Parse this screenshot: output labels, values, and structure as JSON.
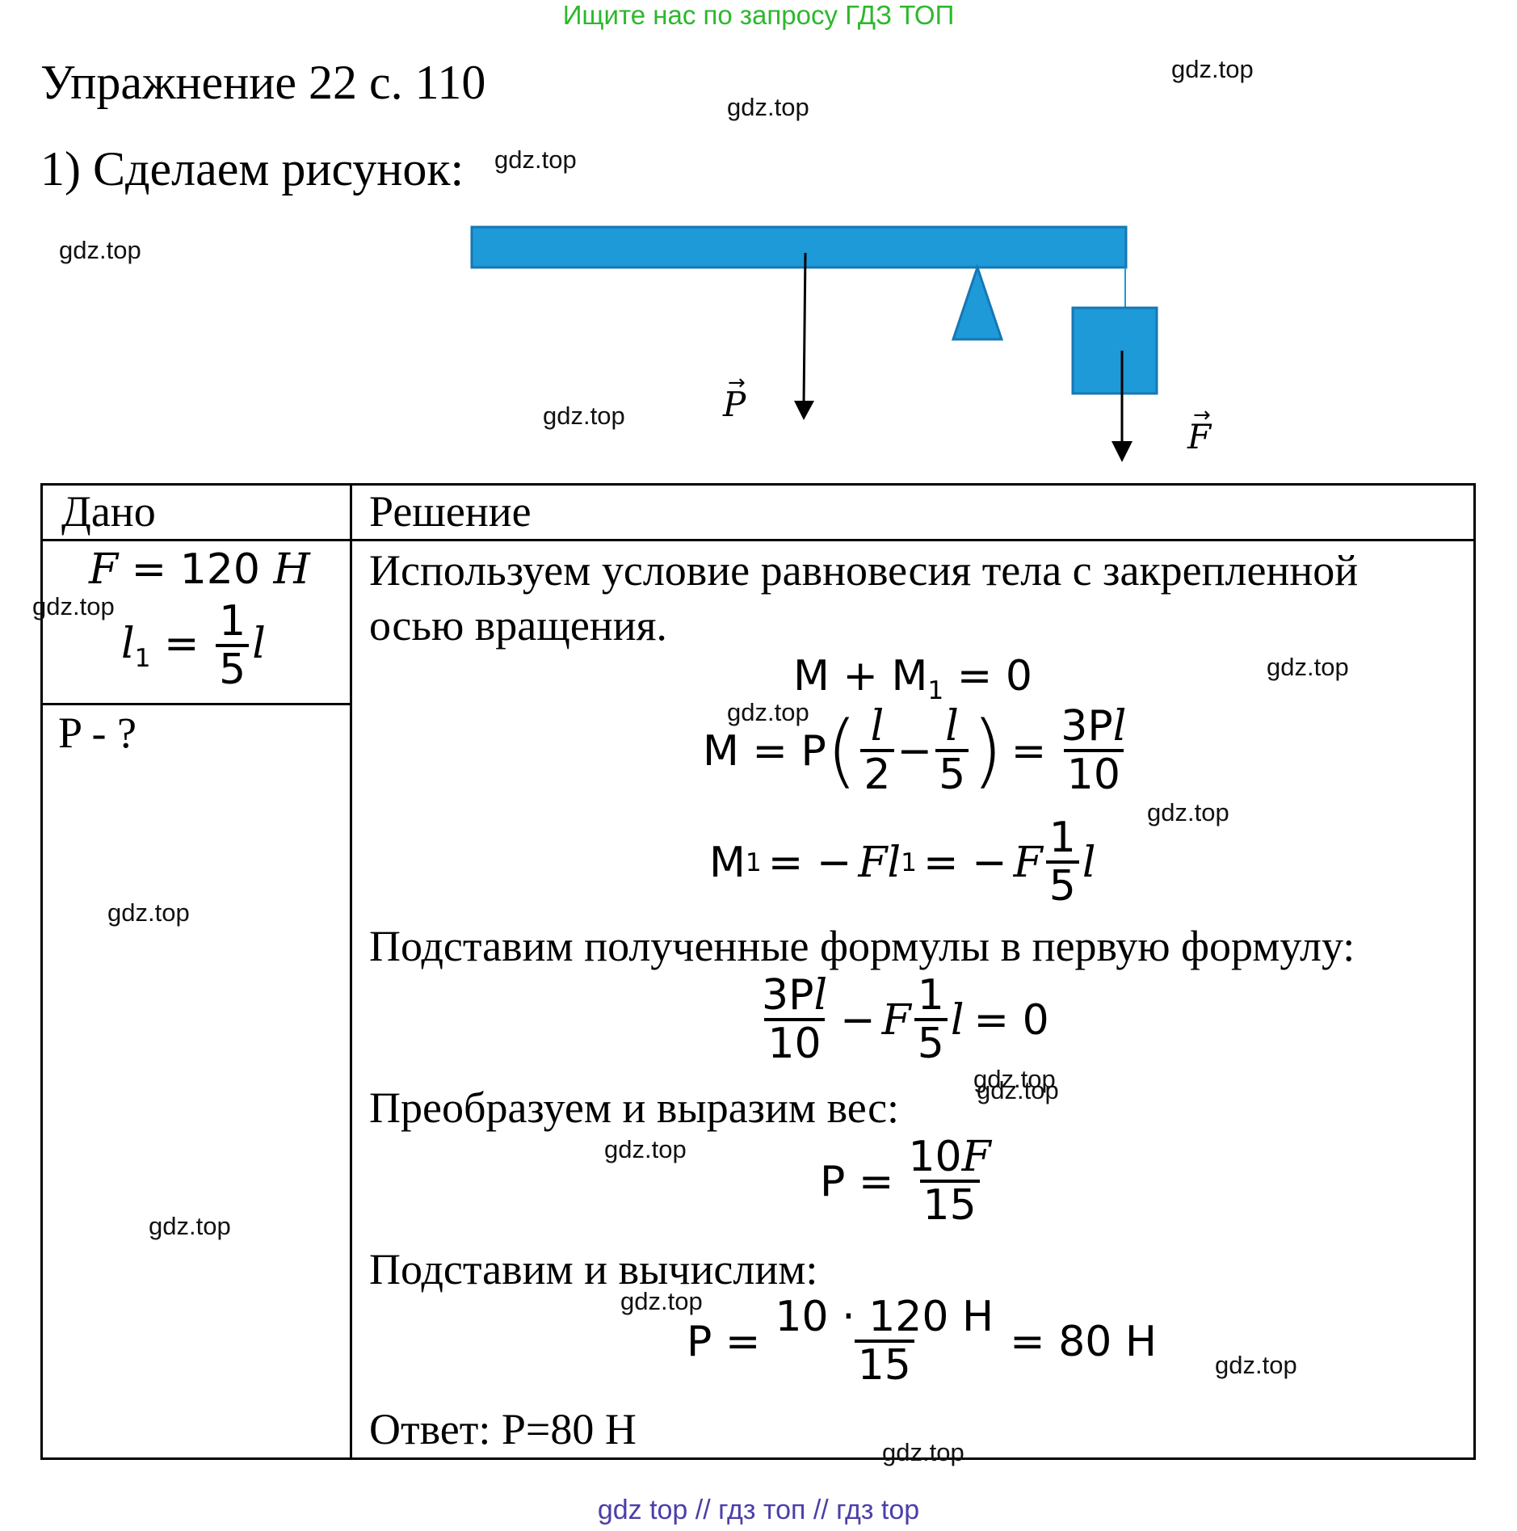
{
  "header": {
    "top_link": "Ищите нас по запросу ГДЗ ТОП",
    "title": "Упражнение 22 с. 110",
    "step1": "1) Сделаем рисунок:"
  },
  "figure": {
    "beam_color": "#1e9ad8",
    "beam_border": "#1677b5",
    "label_p": "P",
    "label_f": "F"
  },
  "table": {
    "given_header": "Дано",
    "solution_header": "Решение",
    "given_f_lhs": "F",
    "given_f_rhs": "= 120",
    "given_f_unit": "H",
    "given_l_var": "l",
    "given_l_sub": "1",
    "given_l_eq": "=",
    "given_l_num": "1",
    "given_l_den": "5",
    "given_l_tail": "l",
    "find": "P - ?",
    "intro": "Используем условие равновесия тела с закрепленной осью вращения.",
    "eq1": {
      "a": "M + M",
      "sub": "1",
      "b": "= 0"
    },
    "eq2": {
      "lhs": "M = P",
      "n1": "l",
      "d1": "2",
      "minus": "−",
      "n2": "l",
      "d2": "5",
      "eq": "=",
      "n3a": "3P",
      "n3b": "l",
      "d3": "10"
    },
    "eq3": {
      "m": "M",
      "sub": "1",
      "mid": "= −",
      "f": "F",
      "l": "l",
      "sub2": "1",
      "eq": "= −",
      "f2": "F",
      "n": "1",
      "d": "5",
      "tail": "l"
    },
    "substitute_text": "Подставим полученные формулы в первую формулу:",
    "eq4": {
      "n1a": "3P",
      "n1b": "l",
      "d1": "10",
      "minus": "−",
      "f": "F",
      "n2": "1",
      "d2": "5",
      "l": "l",
      "eq": "= 0"
    },
    "transform_text": "Преобразуем и выразим вес:",
    "eq5": {
      "lhs": "P =",
      "na": "10",
      "nb": "F",
      "d": "15"
    },
    "compute_text": "Подставим и вычислим:",
    "eq6": {
      "lhs": "P =",
      "n": "10 · 120 H",
      "d": "15",
      "rhs": "= 80 H"
    },
    "answer": "Ответ: Р=80 Н"
  },
  "watermarks": [
    "gdz.top",
    "gdz.top",
    "gdz.top",
    "gdz.top",
    "gdz.top",
    "gdz.top",
    "gdz.top",
    "gdz.top",
    "gdz.top",
    "gdz.top",
    "gdz.top",
    "gdz.top",
    "gdz.top",
    "gdz.top",
    "gdz.top"
  ],
  "footer": "gdz top  //  гдз топ  //  гдз top"
}
